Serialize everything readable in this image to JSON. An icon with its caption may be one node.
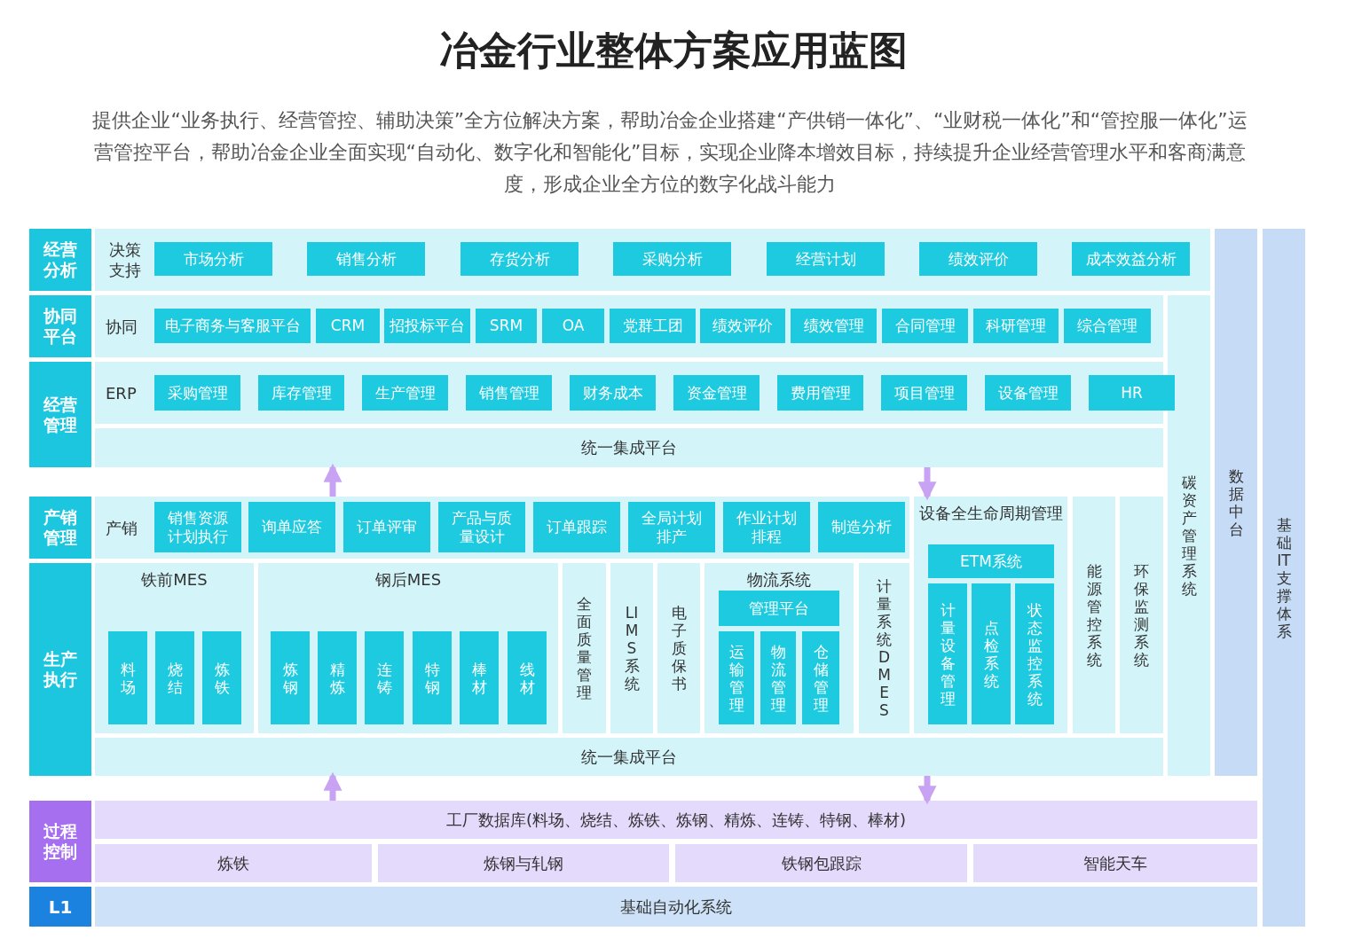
{
  "diagram": {
    "title": "冶金行业整体方案应用蓝图",
    "caption": "提供企业“业务执行、经营管控、辅助决策”全方位解决方案，帮助冶金企业搭建“产供销一体化”、“业财税一体化”和“管控服一体化”运营管控平台，帮助冶金企业全面实现“自动化、数字化和智能化”目标，实现企业降本增效目标，持续提升企业经营管理水平和客商满意度，形成企业全方位的数字化战斗能力",
    "nodes": [
      {
        "text": [
          "经营分析"
        ]
      },
      {
        "text": [
          "决策支持"
        ]
      },
      {
        "text": [
          "市场分析"
        ],
        "in": 1
      },
      {
        "text": [
          "销售分析"
        ],
        "in": 1
      },
      {
        "text": [
          "存货分析"
        ],
        "in": 1
      },
      {
        "text": [
          "采购分析"
        ],
        "in": 1
      },
      {
        "text": [
          "经营计划"
        ],
        "in": 1
      },
      {
        "text": [
          "绩效评价"
        ],
        "in": 1
      },
      {
        "text": [
          "成本效益分析"
        ],
        "in": 1
      },
      {
        "text": [
          "数据中台"
        ]
      },
      {
        "text": [
          "基础IT支撑体系"
        ]
      },
      {
        "text": [
          "协同平台"
        ]
      },
      {
        "text": [
          "协同"
        ]
      },
      {
        "text": [
          "电子商务与客服平台"
        ],
        "in": 12
      },
      {
        "text": [
          "CRM"
        ],
        "in": 12
      },
      {
        "text": [
          "招投标平台"
        ],
        "in": 12
      },
      {
        "text": [
          "SRM"
        ],
        "in": 12
      },
      {
        "text": [
          "OA"
        ],
        "in": 12
      },
      {
        "text": [
          "党群工团"
        ],
        "in": 12
      },
      {
        "text": [
          "绩效评价"
        ],
        "in": 12
      },
      {
        "text": [
          "绩效管理"
        ],
        "in": 12
      },
      {
        "text": [
          "合同管理"
        ],
        "in": 12
      },
      {
        "text": [
          "科研管理"
        ],
        "in": 12
      },
      {
        "text": [
          "综合管理"
        ],
        "in": 12
      },
      {
        "text": [
          "碳资产管理系统"
        ]
      },
      {
        "text": [
          "经营管理"
        ]
      },
      {
        "text": [
          "ERP"
        ]
      },
      {
        "text": [
          "采购管理"
        ],
        "in": 26
      },
      {
        "text": [
          "库存管理"
        ],
        "in": 26
      },
      {
        "text": [
          "生产管理"
        ],
        "in": 26
      },
      {
        "text": [
          "销售管理"
        ],
        "in": 26
      },
      {
        "text": [
          "财务成本"
        ],
        "in": 26
      },
      {
        "text": [
          "资金管理"
        ],
        "in": 26
      },
      {
        "text": [
          "费用管理"
        ],
        "in": 26
      },
      {
        "text": [
          "项目管理"
        ],
        "in": 26
      },
      {
        "text": [
          "设备管理"
        ],
        "in": 26
      },
      {
        "text": [
          "HR"
        ],
        "in": 26
      },
      {
        "text": [
          "统一集成平台"
        ]
      },
      {
        "text": [
          "产销管理"
        ]
      },
      {
        "text": [
          "产销"
        ]
      },
      {
        "text": [
          "销售资源计划执行"
        ],
        "in": 39
      },
      {
        "text": [
          "询单应答"
        ],
        "in": 39
      },
      {
        "text": [
          "订单评审"
        ],
        "in": 39
      },
      {
        "text": [
          "产品与质量设计"
        ],
        "in": 39
      },
      {
        "text": [
          "订单跟踪"
        ],
        "in": 39
      },
      {
        "text": [
          "全局计划排产"
        ],
        "in": 39
      },
      {
        "text": [
          "作业计划排程"
        ],
        "in": 39
      },
      {
        "text": [
          "制造分析"
        ],
        "in": 39
      },
      {
        "text": [
          "设备全生命周期管理"
        ]
      },
      {
        "text": [
          "ETM系统"
        ],
        "in": 48
      },
      {
        "text": [
          "计量设备管理"
        ],
        "in": 48
      },
      {
        "text": [
          "点检系统"
        ],
        "in": 48
      },
      {
        "text": [
          "状态监控系统"
        ],
        "in": 48
      },
      {
        "text": [
          "能源管控系统"
        ]
      },
      {
        "text": [
          "环保监测系统"
        ]
      },
      {
        "text": [
          "生产执行"
        ]
      },
      {
        "text": [
          "铁前MES"
        ]
      },
      {
        "text": [
          "料场"
        ],
        "in": 56
      },
      {
        "text": [
          "烧结"
        ],
        "in": 56
      },
      {
        "text": [
          "炼铁"
        ],
        "in": 56
      },
      {
        "text": [
          "钢后MES"
        ]
      },
      {
        "text": [
          "炼钢"
        ],
        "in": 60
      },
      {
        "text": [
          "精炼"
        ],
        "in": 60
      },
      {
        "text": [
          "连铸"
        ],
        "in": 60
      },
      {
        "text": [
          "特钢"
        ],
        "in": 60
      },
      {
        "text": [
          "棒材"
        ],
        "in": 60
      },
      {
        "text": [
          "线材"
        ],
        "in": 60
      },
      {
        "text": [
          "全面质量管理"
        ]
      },
      {
        "text": [
          "LIMS系统"
        ]
      },
      {
        "text": [
          "电子质保书"
        ]
      },
      {
        "text": [
          "物流系统"
        ]
      },
      {
        "text": [
          "管理平台"
        ],
        "in": 70
      },
      {
        "text": [
          "运输管理"
        ],
        "in": 70
      },
      {
        "text": [
          "物流管理"
        ],
        "in": 70
      },
      {
        "text": [
          "仓储管理"
        ],
        "in": 70
      },
      {
        "text": [
          "计量系统DMES"
        ]
      },
      {
        "text": [
          "统一集成平台"
        ]
      },
      {
        "text": [
          "过程控制"
        ]
      },
      {
        "text": [
          "工厂数据库(料场、烧结、炼铁、炼钢、精炼、连铸、特钢、棒材)"
        ]
      },
      {
        "text": [
          "炼铁"
        ]
      },
      {
        "text": [
          "炼钢与轧钢"
        ]
      },
      {
        "text": [
          "铁钢包跟踪"
        ]
      },
      {
        "text": [
          "智能天车"
        ]
      },
      {
        "text": [
          "L1"
        ]
      },
      {
        "text": [
          "基础自动化系统"
        ]
      }
    ],
    "edges": [
      {
        "from": 39,
        "to": 37,
        "arrow": "to"
      },
      {
        "from": 37,
        "to": 48,
        "arrow": "to"
      },
      {
        "from": 78,
        "to": 76,
        "arrow": "to"
      },
      {
        "from": 76,
        "to": 78,
        "arrow": "to"
      }
    ]
  }
}
